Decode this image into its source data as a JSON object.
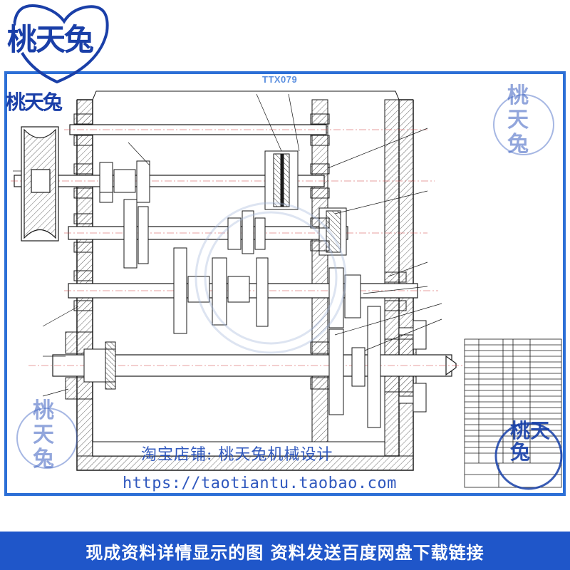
{
  "drawing": {
    "code_label": "TTX079"
  },
  "watermark": {
    "shop_line": "淘宝店铺:  桃天兔机械设计",
    "url_line": "https://taotiantu.taobao.com"
  },
  "logos": {
    "main": "桃天兔",
    "small": "桃天兔",
    "seal_right": "桃天兔",
    "seal_left": "桃天兔",
    "seal_bottom_right": "桃天兔"
  },
  "banner": {
    "text": "现成资料详情显示的图 资料发送百度网盘下载链接"
  },
  "colors": {
    "frame_blue": "#2c6fd6",
    "banner_blue": "#1f56c9",
    "drawing_line": "#1a1a1a",
    "hatch": "#555555",
    "center_line": "#d04040"
  }
}
